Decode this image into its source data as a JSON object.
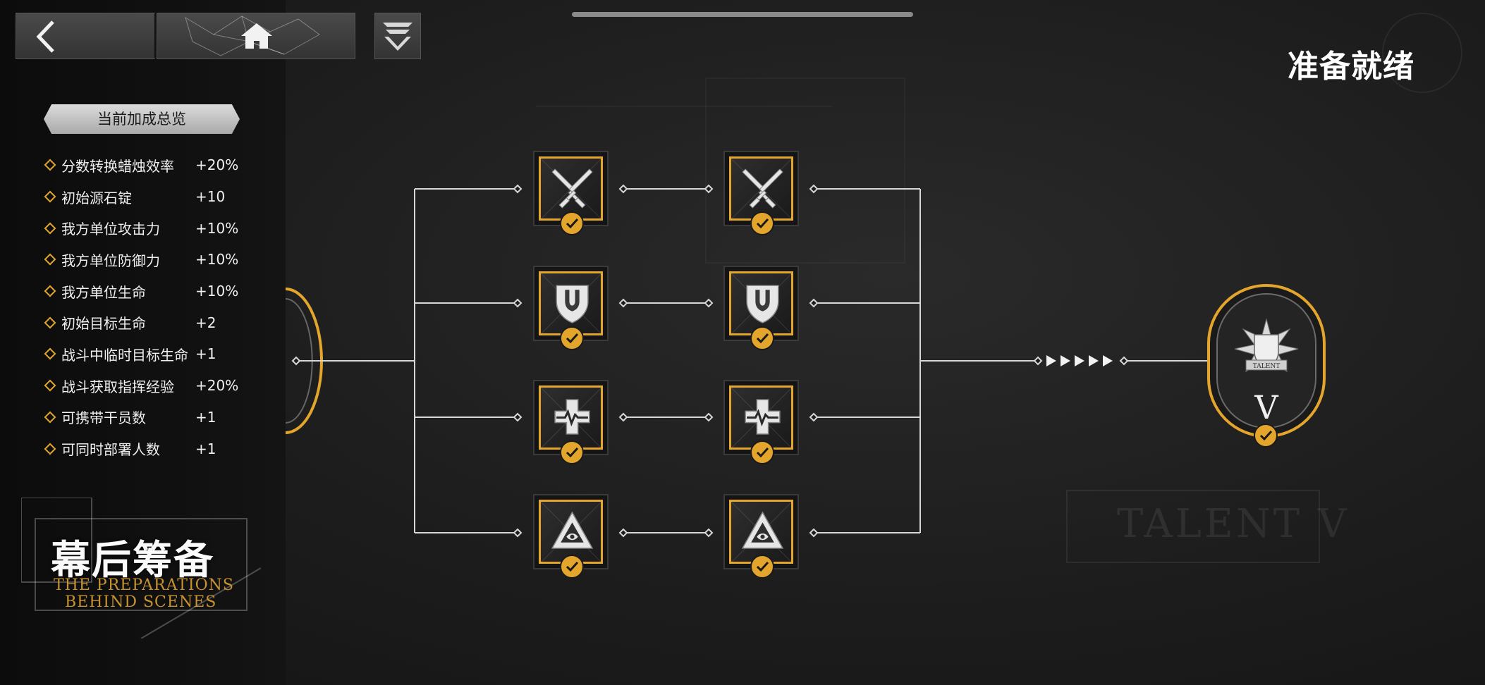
{
  "header": {
    "ready_label": "准备就绪"
  },
  "bonus_panel": {
    "title": "当前加成总览",
    "items": [
      {
        "name": "分数转换蜡烛效率",
        "value": "+20%"
      },
      {
        "name": "初始源石锭",
        "value": "+10"
      },
      {
        "name": "我方单位攻击力",
        "value": "+10%"
      },
      {
        "name": "我方单位防御力",
        "value": "+10%"
      },
      {
        "name": "我方单位生命",
        "value": "+10%"
      },
      {
        "name": "初始目标生命",
        "value": "+2"
      },
      {
        "name": "战斗中临时目标生命",
        "value": "+1"
      },
      {
        "name": "战斗获取指挥经验",
        "value": "+20%"
      },
      {
        "name": "可携带干员数",
        "value": "+1"
      },
      {
        "name": "可同时部署人数",
        "value": "+1"
      }
    ]
  },
  "title_block": {
    "cn": "幕后筹备",
    "en_line1": "THE PREPARATIONS",
    "en_line2": "BEHIND SCENES"
  },
  "talent_tree": {
    "rows": [
      {
        "icon": "crossed-swords-icon",
        "tiers": [
          {
            "unlocked": true
          },
          {
            "unlocked": true
          }
        ]
      },
      {
        "icon": "shield-icon",
        "tiers": [
          {
            "unlocked": true
          },
          {
            "unlocked": true
          }
        ]
      },
      {
        "icon": "medical-cross-icon",
        "tiers": [
          {
            "unlocked": true
          },
          {
            "unlocked": true
          }
        ]
      },
      {
        "icon": "triangle-eye-icon",
        "tiers": [
          {
            "unlocked": true
          },
          {
            "unlocked": true
          }
        ]
      }
    ],
    "final_node": {
      "emblem_label": "TALENT",
      "numeral": "V",
      "unlocked": true
    },
    "watermark": "TALENT V"
  },
  "colors": {
    "accent": "#e3a52b",
    "background": "#1c1c1c",
    "panel": "#111111"
  },
  "icons": {
    "back": "back-chevron-icon",
    "home": "home-icon",
    "menu": "stacked-chevrons-icon",
    "check": "check-icon",
    "arrows": "forward-arrows-icon"
  }
}
